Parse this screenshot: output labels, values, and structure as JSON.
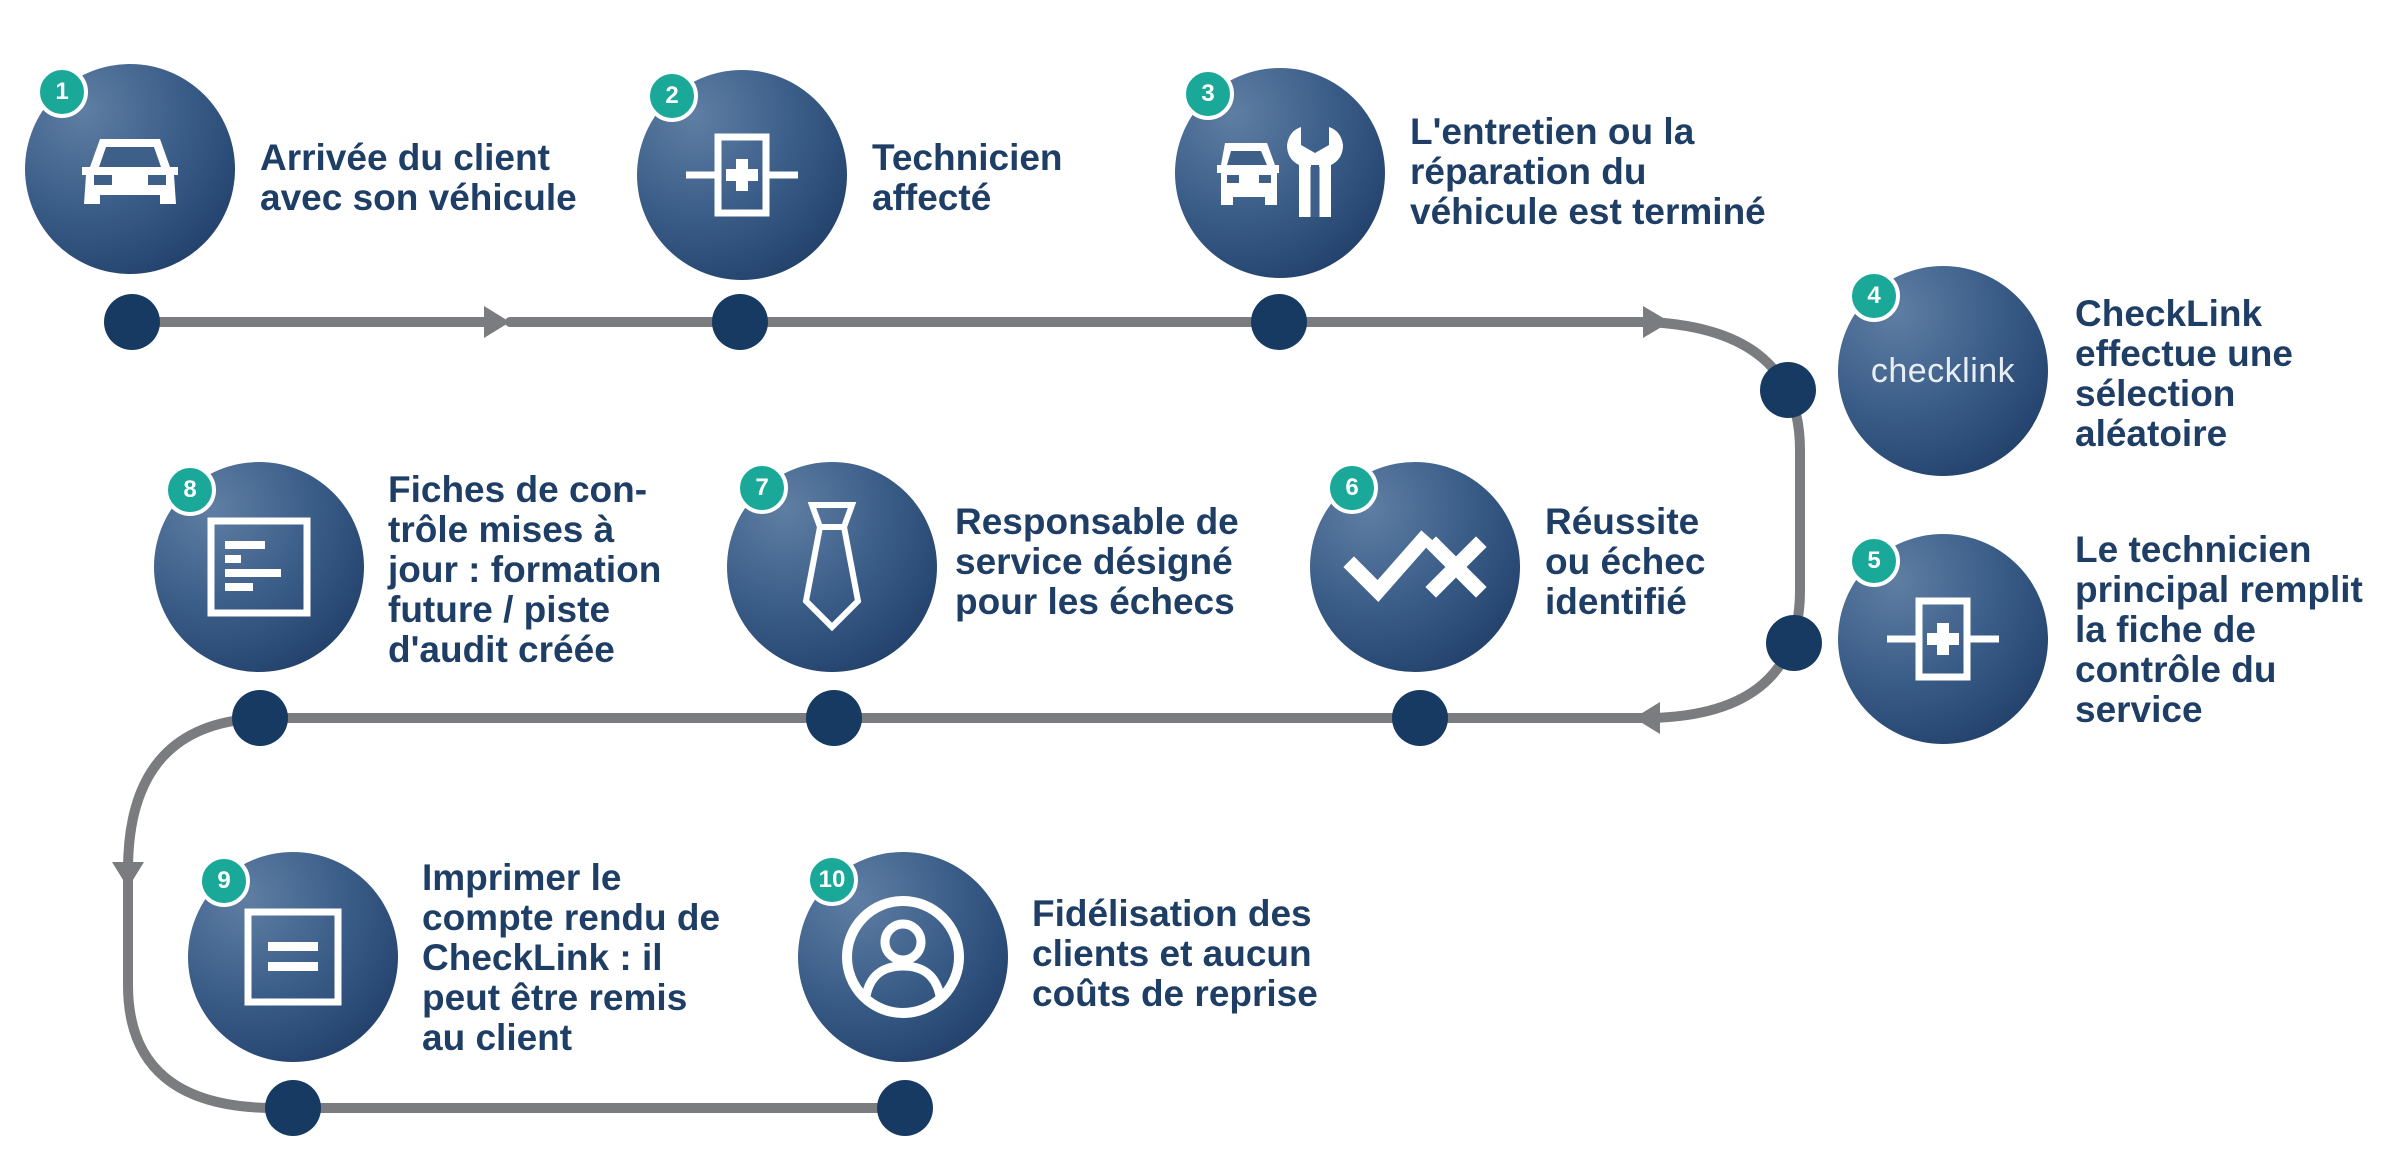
{
  "colors": {
    "circle": "#1f4470",
    "badge": "#1aa899",
    "text": "#1f3e66",
    "line": "#7b7c80",
    "node": "#173a63"
  },
  "steps": [
    {
      "num": "1",
      "label": "Arrivée du client\navec son véhicule",
      "icon": "car-icon"
    },
    {
      "num": "2",
      "label": "Technicien\naffecté",
      "icon": "technician-badge-icon"
    },
    {
      "num": "3",
      "label": "L'entretien ou la\nréparation du\nvéhicule est terminé",
      "icon": "car-wrench-icon"
    },
    {
      "num": "4",
      "label": "CheckLink\neffectue une\nsélection\naléatoire",
      "icon": "checklink-logo",
      "logo_text": "checklink"
    },
    {
      "num": "5",
      "label": "Le technicien\nprincipal remplit\nla fiche de\ncontrôle du\nservice",
      "icon": "technician-badge-icon"
    },
    {
      "num": "6",
      "label": "Réussite\nou échec\nidentifié",
      "icon": "check-cross-icon"
    },
    {
      "num": "7",
      "label": "Responsable de\nservice désigné\npour les échecs",
      "icon": "tie-icon"
    },
    {
      "num": "8",
      "label": "Fiches de con-\ntrôle mises à\njour : formation\nfuture / piste\nd'audit créée",
      "icon": "form-document-icon"
    },
    {
      "num": "9",
      "label": "Imprimer le\ncompte rendu de\nCheckLink : il\npeut être remis\nau client",
      "icon": "report-document-icon"
    },
    {
      "num": "10",
      "label": "Fidélisation des\nclients et aucun\ncoûts de reprise",
      "icon": "customer-profile-icon"
    }
  ]
}
